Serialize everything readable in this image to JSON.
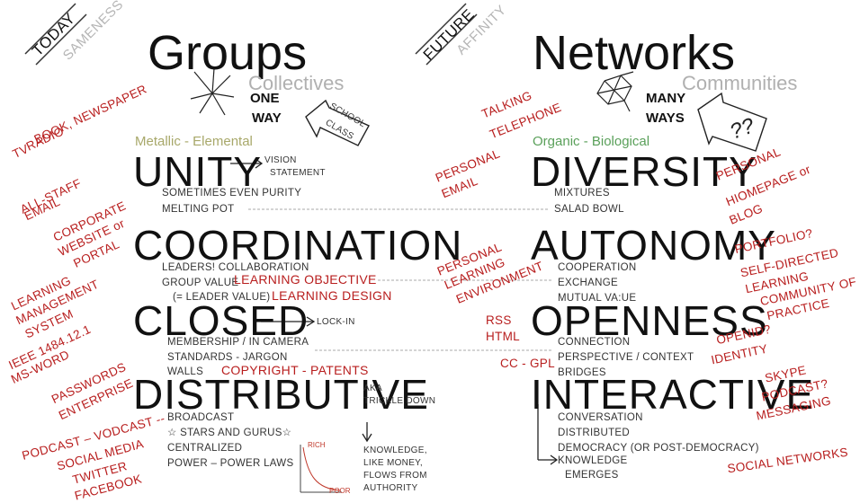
{
  "left": {
    "tag_today": "TODAY",
    "tag_sameness": "SAMENESS",
    "title": "Groups",
    "subtitle": "Collectives",
    "one_way_line1": "ONE",
    "one_way_line2": "WAY",
    "school_line1": "SCHOOL",
    "school_line2": "CLASS",
    "element": "Metallic - Elemental",
    "unity": "UNITY",
    "unity_arrow_line1": "VISION",
    "unity_arrow_line2": "STATEMENT",
    "unity_desc1": "SOMETIMES EVEN PURITY",
    "unity_desc2": "MELTING POT",
    "coordination": "COORDINATION",
    "coord_desc1": "LEADERS!  COLLABORATION",
    "coord_desc2": "GROUP VALUE",
    "coord_desc3": "(= LEADER VALUE)",
    "closed": "CLOSED",
    "closed_arrow": "LOCK-IN",
    "closed_desc1": "MEMBERSHIP / IN CAMERA",
    "closed_desc2": "STANDARDS - JARGON",
    "closed_desc3": "WALLS",
    "distributive": "DISTRIBUTIVE",
    "aka_line1": "AKA",
    "aka_line2": "TRICKLE DOWN",
    "dist_desc1": "BROADCAST",
    "dist_desc2": "☆ STARS AND GURUS☆",
    "dist_desc3": "CENTRALIZED",
    "dist_desc4": "POWER – POWER LAWS",
    "rich": "RICH",
    "poor": "POOR",
    "knowledge1": "KNOWLEDGE,",
    "knowledge2": "LIKE MONEY,",
    "knowledge3": "FLOWS FROM",
    "knowledge4": "AUTHORITY"
  },
  "right": {
    "tag_future": "FUTURE",
    "tag_affinity": "AFFINITY",
    "title": "Networks",
    "subtitle": "Communities",
    "many_line1": "MANY",
    "many_line2": "WAYS",
    "question": "??",
    "element": "Organic - Biological",
    "diversity": "DIVERSITY",
    "div_desc1": "MIXTURES",
    "div_desc2": "SALAD BOWL",
    "autonomy": "AUTONOMY",
    "auto_desc1": "COOPERATION",
    "auto_desc2": "EXCHANGE",
    "auto_desc3": "MUTUAL VA:UE",
    "openness": "OPENNESS",
    "open_desc1": "CONNECTION",
    "open_desc2": "PERSPECTIVE / CONTEXT",
    "open_desc3": "BRIDGES",
    "interactive": "INTERACTIVE",
    "inter_desc1": "CONVERSATION",
    "inter_desc2": "DISTRIBUTED",
    "inter_desc3": "DEMOCRACY (OR POST-DEMOCRACY)",
    "inter_desc4": "KNOWLEDGE",
    "inter_desc5": "EMERGES"
  },
  "red": {
    "tv": "TV",
    "radio": "RADIO",
    "book": "BOOK, NEWSPAPER",
    "allstaff1": "ALL-STAFF",
    "allstaff2": "EMAIL",
    "corp1": "CORPORATE",
    "corp2": "WEBSITE or",
    "corp3": "PORTAL",
    "lms1": "LEARNING",
    "lms2": "MANAGEMENT",
    "lms3": "SYSTEM",
    "ieee1": "IEEE 1484.12.1",
    "ieee2": "MS-WORD",
    "pw1": "PASSWORDS",
    "pw2": "ENTERPRISE",
    "podcast": "PODCAST – VODCAST --",
    "social1": "SOCIAL MEDIA",
    "social2": "TWITTER",
    "social3": "FACEBOOK",
    "learning_objective": "LEARNING OBJECTIVE",
    "learning_design": "LEARNING DESIGN",
    "copyright": "COPYRIGHT - PATENTS",
    "tel1": "TALKING",
    "tel2": "TELEPHONE",
    "pe1": "PERSONAL",
    "pe2": "EMAIL",
    "ple1": "PERSONAL",
    "ple2": "LEARNING",
    "ple3": "ENVIRONMENT",
    "rss": "RSS",
    "html": "HTML",
    "ccgpl": "CC - GPL",
    "ph1": "PERSONAL",
    "ph2": "HIOMEPAGE or",
    "ph3": "BLOG",
    "pf1": "PORTFOLIO?",
    "pf2": "SELF-DIRECTED",
    "pf3": "LEARNING",
    "pf4": "COMMUNITY OF",
    "pf5": "PRACTICE",
    "openid1": "OPENID?",
    "openid2": "IDENTITY",
    "skype1": "SKYPE",
    "skype2": "PODCAST?",
    "skype3": "MESSAGING",
    "socialnet": "SOCIAL NETWORKS"
  },
  "colors": {
    "red": "#b81e1e",
    "metallic": "#a8a86a",
    "organic": "#5aa05a",
    "grey": "#b0b0b0"
  }
}
